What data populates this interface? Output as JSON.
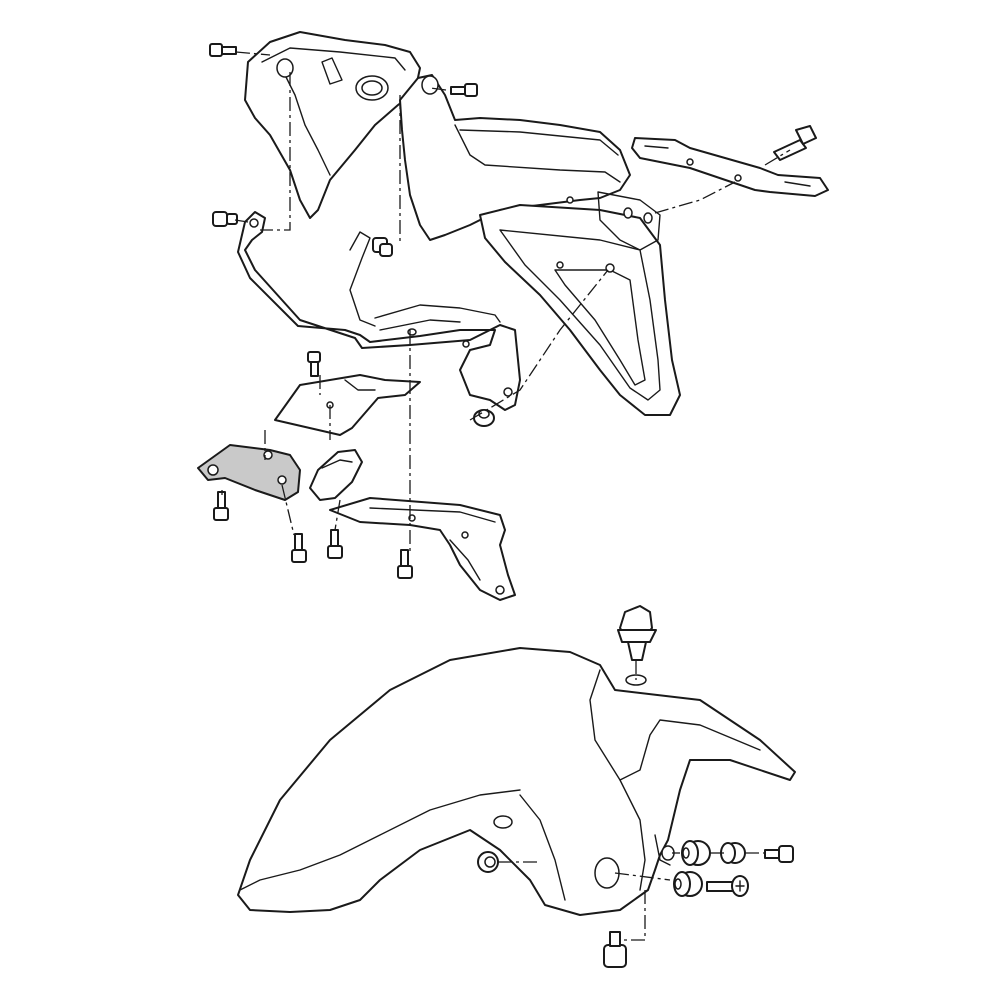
{
  "diagram": {
    "assemblies": [
      {
        "id": "rear-fender-assembly",
        "parts": [
          "tail-cowl",
          "license-plate-bracket",
          "mudguard",
          "mount-bracket",
          "reinforcement-plate",
          "shaded-plate",
          "rubber-damper",
          "lower-bracket"
        ]
      },
      {
        "id": "front-fender-assembly",
        "parts": [
          "front-fender",
          "reflector-clip",
          "grommet",
          "collar",
          "fender-bolt"
        ]
      }
    ],
    "colors": {
      "line": "#1a1a1a",
      "shade": "#c9c9c9",
      "paper": "#ffffff"
    }
  }
}
